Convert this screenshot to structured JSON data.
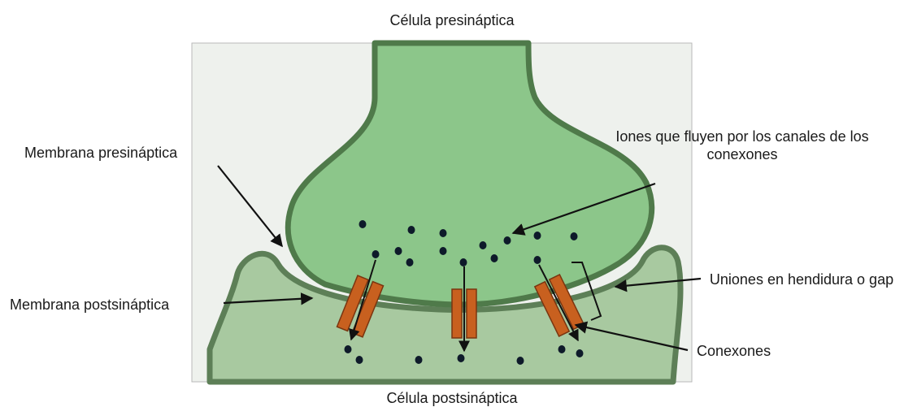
{
  "diagram": {
    "title_top": "Célula presináptica",
    "title_bottom": "Célula postsináptica",
    "labels": {
      "presynaptic_membrane": "Membrana presináptica",
      "postsynaptic_membrane": "Membrana postsináptica",
      "ions": "Iones que fluyen por los canales de los conexones",
      "gap_junctions": "Uniones en hendidura o gap",
      "connexons": "Conexones"
    },
    "colors": {
      "presynaptic_fill": "#8cc68a",
      "postsynaptic_fill": "#a8c9a0",
      "membrane": "#4f7a4a",
      "connexon": "#c8601f",
      "ion": "#0e1a2a",
      "arrow": "#111111"
    }
  }
}
